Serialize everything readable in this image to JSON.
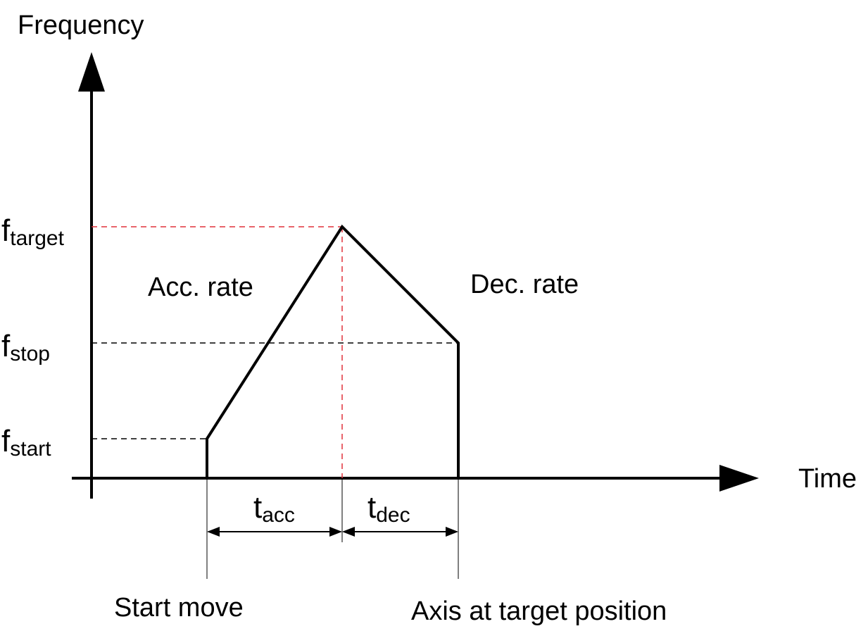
{
  "diagram": {
    "y_axis_label": "Frequency",
    "x_axis_label": "Time",
    "frequency_levels": [
      {
        "main": "f",
        "sub": "target"
      },
      {
        "main": "f",
        "sub": "stop"
      },
      {
        "main": "f",
        "sub": "start"
      }
    ],
    "rates": {
      "acc": "Acc. rate",
      "dec": "Dec. rate"
    },
    "durations": [
      {
        "main": "t",
        "sub": "acc"
      },
      {
        "main": "t",
        "sub": "dec"
      }
    ],
    "events": {
      "start": "Start move",
      "end": "Axis at target position"
    },
    "colors": {
      "line": "#000000",
      "target_guide": "#e0303a",
      "guide": "#000000"
    }
  }
}
